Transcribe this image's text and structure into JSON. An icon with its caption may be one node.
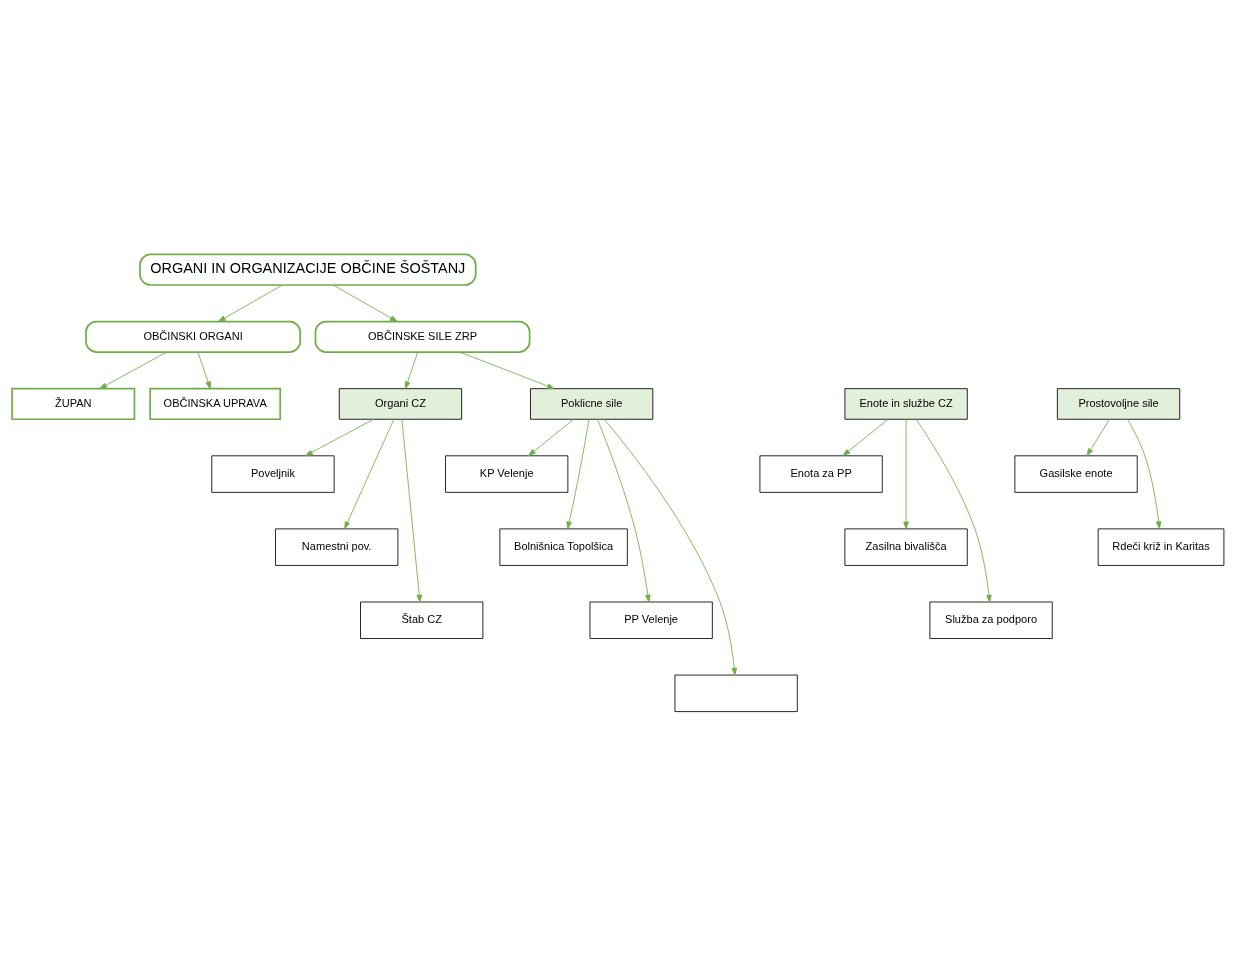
{
  "diagram": {
    "nodes": [
      {
        "text": [
          "ORGANI IN ORGANIZACIJE OBČINE ŠOŠTANJ"
        ]
      },
      {
        "text": [
          "OBČINSKI ORGANI"
        ]
      },
      {
        "text": [
          "OBČINSKE SILE ZRP"
        ]
      },
      {
        "text": [
          "ŽUPAN"
        ]
      },
      {
        "text": [
          "OBČINSKA UPRAVA"
        ]
      },
      {
        "text": [
          "Organi CZ"
        ]
      },
      {
        "text": [
          "Enote in službe CZ"
        ]
      },
      {
        "text": [
          "Prostovoljne sile"
        ]
      },
      {
        "text": [
          "Poklicne sile"
        ]
      },
      {
        "text": [
          "Poveljnik"
        ]
      },
      {
        "text": [
          "Namestni pov."
        ]
      },
      {
        "text": [
          "Štab CZ"
        ]
      },
      {
        "text": [
          "Enota za PP"
        ]
      },
      {
        "text": [
          "Zasilna bivališča"
        ]
      },
      {
        "text": [
          "Služba za podporo"
        ]
      },
      {
        "text": [
          "Gasilske enote"
        ]
      },
      {
        "text": [
          "Rdeči križ in Karitas"
        ]
      },
      {
        "text": [
          "KP Velenje"
        ]
      },
      {
        "text": [
          "Bolnišnica Topolšica"
        ]
      },
      {
        "text": [
          "PP Velenje"
        ]
      },
      {
        "text": [],
        "shape": "box"
      }
    ],
    "edges": [
      {
        "from": 0,
        "to": 1,
        "arrow": "to"
      },
      {
        "from": 0,
        "to": 2,
        "arrow": "to"
      },
      {
        "from": 1,
        "to": 3,
        "arrow": "to"
      },
      {
        "from": 1,
        "to": 4,
        "arrow": "to"
      },
      {
        "from": 2,
        "to": 5,
        "arrow": "to"
      },
      {
        "from": 2,
        "to": 8,
        "arrow": "to"
      },
      {
        "from": 5,
        "to": 9,
        "arrow": "to"
      },
      {
        "from": 5,
        "to": 10,
        "arrow": "to"
      },
      {
        "from": 5,
        "to": 11,
        "arrow": "to"
      },
      {
        "from": 6,
        "to": 12,
        "arrow": "to"
      },
      {
        "from": 6,
        "to": 13,
        "arrow": "to"
      },
      {
        "from": 6,
        "to": 14,
        "arrow": "to"
      },
      {
        "from": 7,
        "to": 15,
        "arrow": "to"
      },
      {
        "from": 7,
        "to": 16,
        "arrow": "to"
      },
      {
        "from": 8,
        "to": 17,
        "arrow": "to"
      },
      {
        "from": 8,
        "to": 18,
        "arrow": "to"
      },
      {
        "from": 8,
        "to": 19,
        "arrow": "to"
      },
      {
        "from": 8,
        "to": 20,
        "arrow": "to"
      }
    ]
  }
}
